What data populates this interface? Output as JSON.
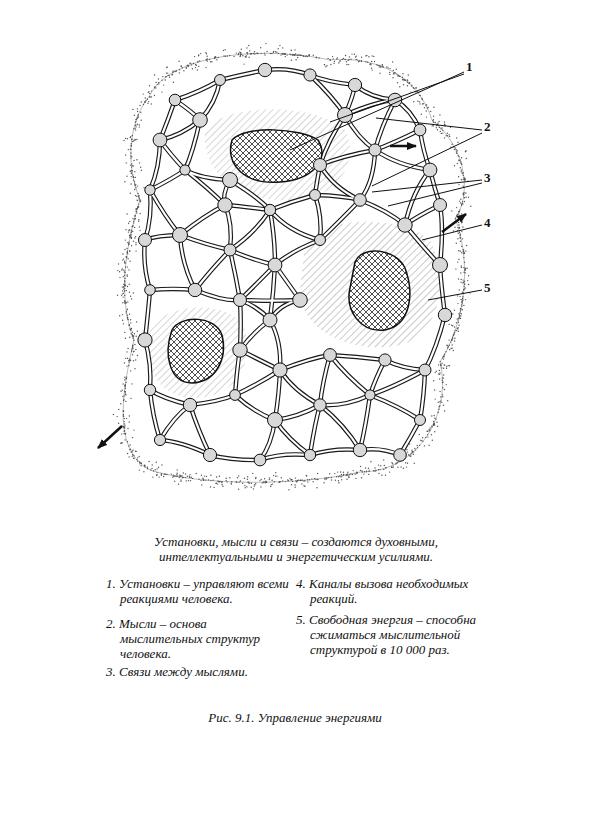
{
  "diagram": {
    "caption": "Рис. 9.1. Управление энергиями",
    "labels": [
      "1",
      "2",
      "3",
      "4",
      "5",
      "Установки, мысли и связи – создаются духовными, интеллектуальными и энергетическим усилиями.",
      "1. Установки – управляют всеми реакциями человека.",
      "2. Мысли – основа мыслительных структур человека.",
      "3. Связи между мыслями.",
      "4. Каналы вызова необходимых реакций.",
      "5. Свободная энергия – способна сжиматься мыслительной структурой в 10 000 раз."
    ]
  }
}
